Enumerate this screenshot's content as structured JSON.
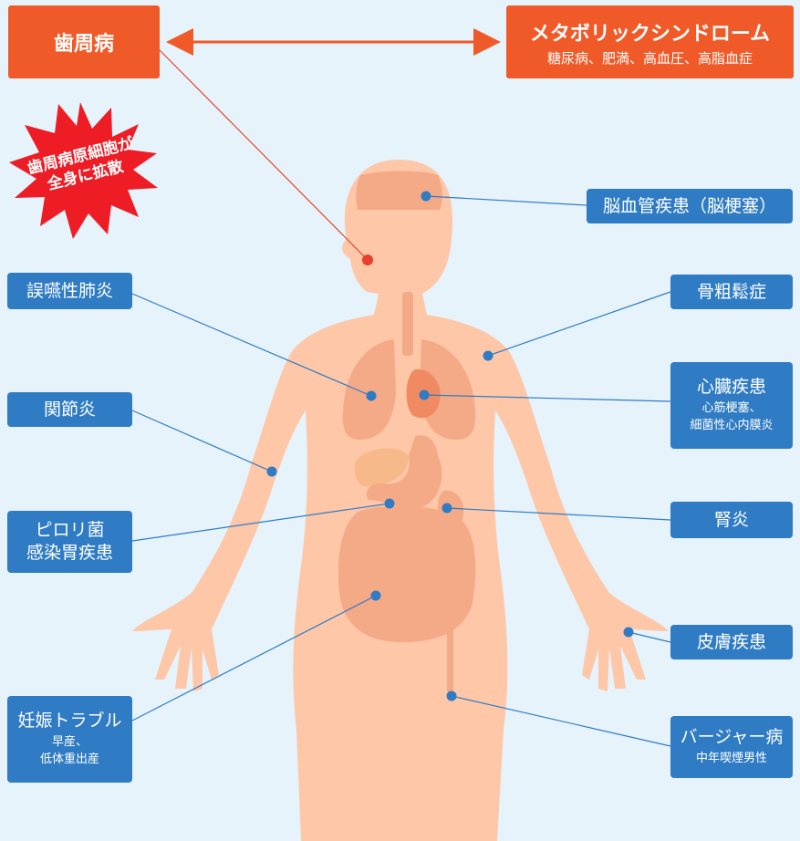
{
  "colors": {
    "background": "#e6f3fb",
    "label_box": "#2f7cc4",
    "accent_box": "#f05a28",
    "burst": "#ee1c25",
    "body": "#fdc7a8",
    "organ": "#f4a987",
    "dot": "#2f7cc4",
    "origin_dot": "#e8402a"
  },
  "top_left": {
    "title": "歯周病"
  },
  "top_right": {
    "title": "メタボリックシンドローム",
    "subtitle": "糖尿病、肥満、高血圧、高脂血症"
  },
  "burst": {
    "text": "歯周病原細胞が\n全身に拡散"
  },
  "labels": {
    "stroke": {
      "title": "脳血管疾患（脳梗塞）"
    },
    "pneumonia": {
      "title": "誤嚥性肺炎"
    },
    "osteoporosis": {
      "title": "骨粗鬆症"
    },
    "heart": {
      "title": "心臓疾患",
      "subtitle": "心筋梗塞、\n細菌性心内膜炎"
    },
    "arthritis": {
      "title": "関節炎"
    },
    "nephritis": {
      "title": "腎炎"
    },
    "pylori": {
      "title": "ピロリ菌\n感染胃疾患"
    },
    "skin": {
      "title": "皮膚疾患"
    },
    "pregnancy": {
      "title": "妊娠トラブル",
      "subtitle": "早産、\n低体重出産"
    },
    "buerger": {
      "title": "バージャー病",
      "subtitle": "中年喫煙男性"
    }
  }
}
